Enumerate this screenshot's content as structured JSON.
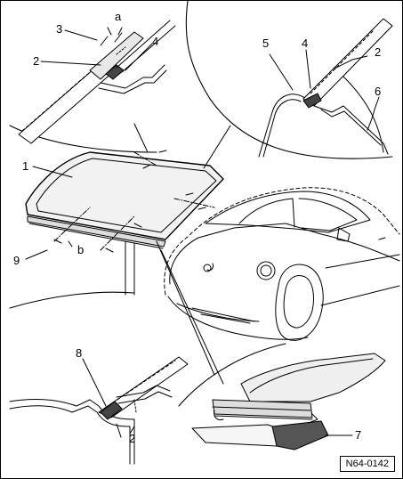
{
  "figure": {
    "reference_code": "N64-0142",
    "callouts": {
      "c1": "1",
      "c2_top": "2",
      "c2_right": "2",
      "c2_bottom": "2",
      "c3": "3",
      "c4_top": "4",
      "c4_right": "4",
      "c5": "5",
      "c6": "6",
      "c7": "7",
      "c8": "8",
      "c9": "9",
      "ca": "a",
      "cb": "b"
    }
  }
}
